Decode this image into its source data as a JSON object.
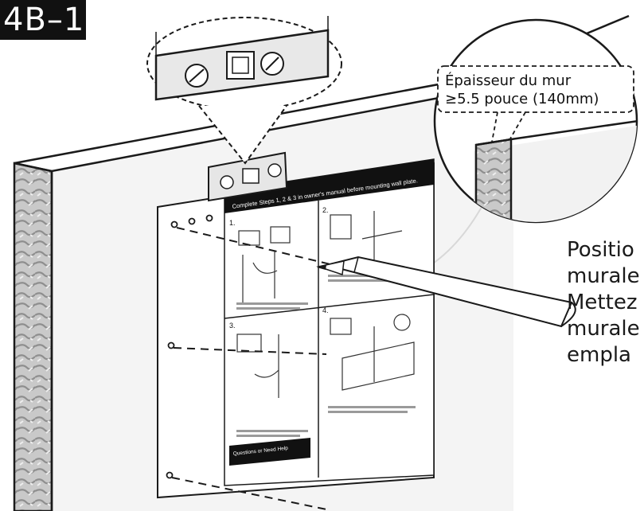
{
  "step_label": "4B–1",
  "wall_thickness_label": {
    "line1": "Épaisseur du mur",
    "line2": "≥5.5 pouce (140mm)"
  },
  "instruction_text": {
    "line1": "Positio",
    "line2": "murale",
    "line3": "Mettez",
    "line4": "murale",
    "line5": "empla"
  },
  "sheet": {
    "header": "Complete Steps 1, 2 & 3 in owner's manual before mounting wall plate.",
    "step_numbers": [
      "1.",
      "2.",
      "3.",
      "4."
    ],
    "footer": "Questions or Need Help"
  },
  "colors": {
    "background": "#ffffff",
    "line": "#1a1a1a",
    "wall_face": "#f4f4f4",
    "wall_edge": "#d8d8d8",
    "badge": "#111111"
  }
}
